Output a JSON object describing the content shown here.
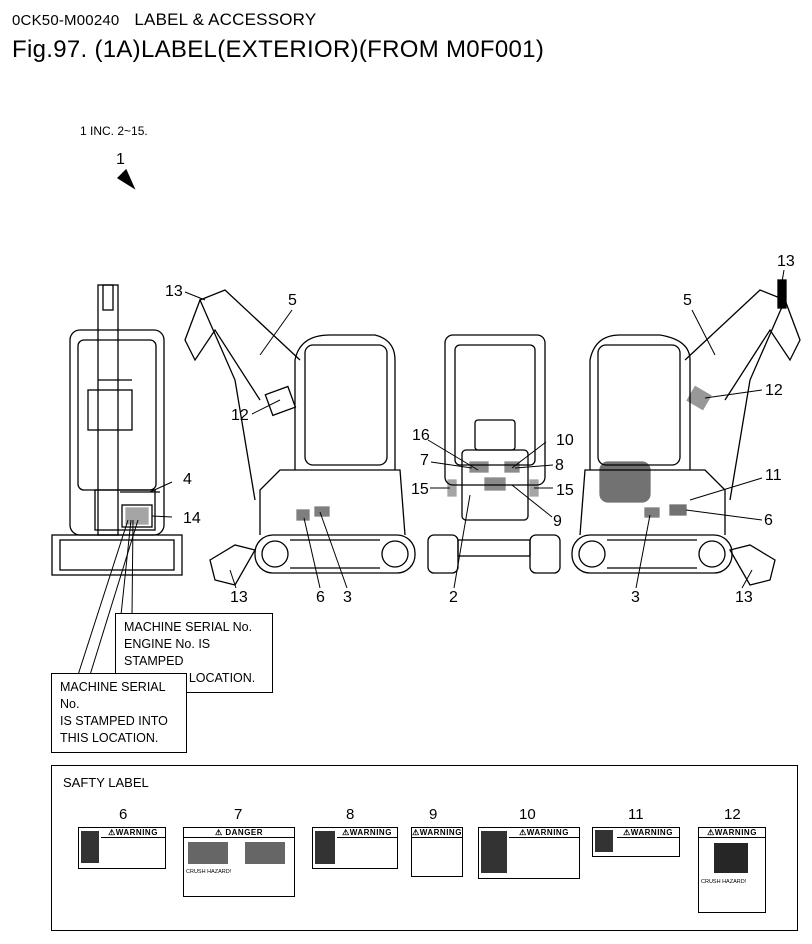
{
  "header": {
    "code": "0CK50-M00240",
    "section": "LABEL & ACCESSORY",
    "figure_title": "Fig.97.  (1A)LABEL(EXTERIOR)(FROM M0F001)"
  },
  "inclusion_note": "1 INC. 2~15.",
  "callouts": [
    "1",
    "13",
    "5",
    "12",
    "4",
    "14",
    "13",
    "6",
    "3",
    "16",
    "7",
    "15",
    "10",
    "8",
    "15",
    "9",
    "2",
    "13",
    "5",
    "12",
    "11",
    "6",
    "3",
    "13"
  ],
  "notes": {
    "serial_engine": [
      "MACHINE SERIAL No.",
      "ENGINE No. IS STAMPED",
      "INTO THIS LOCATION."
    ],
    "serial_only": [
      "MACHINE SERIAL No.",
      "IS STAMPED INTO",
      "THIS LOCATION."
    ]
  },
  "safety": {
    "title": "SAFTY LABEL",
    "labels": [
      {
        "num": "6",
        "header": "⚠WARNING"
      },
      {
        "num": "7",
        "header": "⚠ DANGER",
        "text": "CRUSH HAZARD!"
      },
      {
        "num": "8",
        "header": "⚠WARNING"
      },
      {
        "num": "9",
        "header": "⚠WARNING"
      },
      {
        "num": "10",
        "header": "⚠WARNING"
      },
      {
        "num": "11",
        "header": "⚠WARNING"
      },
      {
        "num": "12",
        "header": "⚠WARNING",
        "text": "CRUSH HAZARD!"
      }
    ]
  }
}
